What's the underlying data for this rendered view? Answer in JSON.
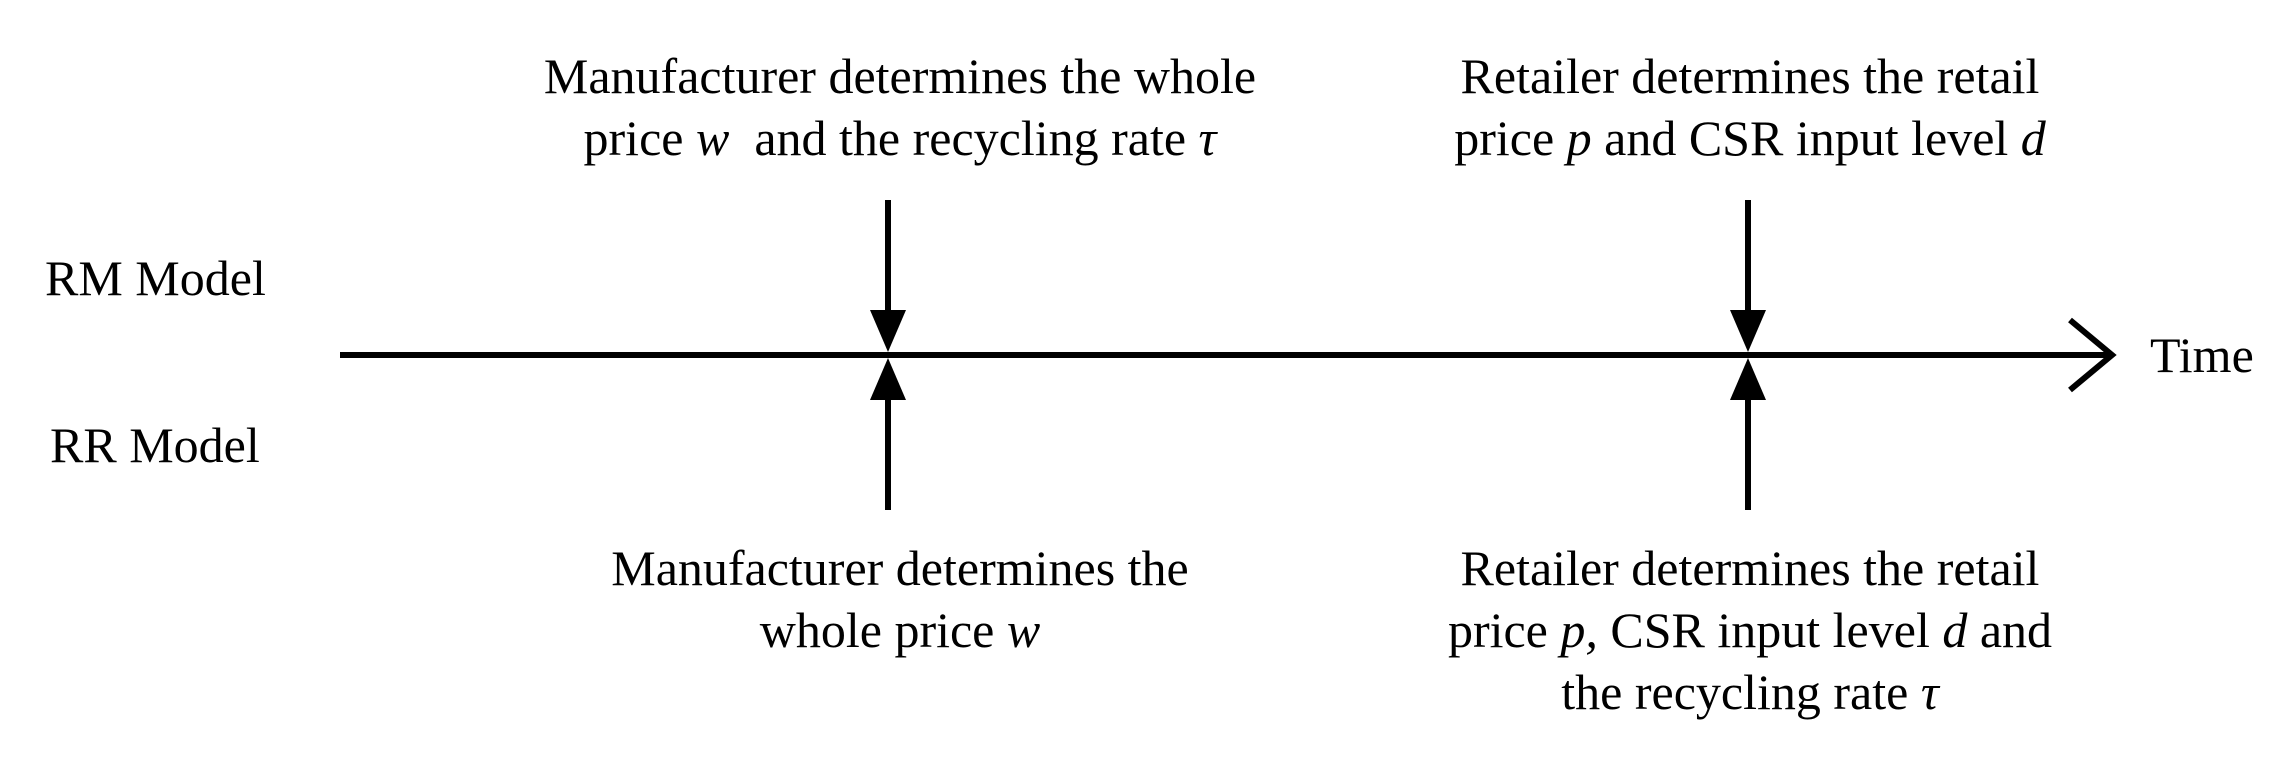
{
  "rows": {
    "top": "RM Model",
    "bottom": "RR Model"
  },
  "axis_label": "Time",
  "events": {
    "rm_manufacturer": {
      "line1": "Manufacturer determines the whole",
      "line2_a": "price ",
      "line2_w": "w",
      "line2_b": "  and the recycling rate ",
      "line2_tau": "τ"
    },
    "rm_retailer": {
      "line1": "Retailer determines the retail",
      "line2_a": "price ",
      "line2_p": "p",
      "line2_b": " and CSR input level ",
      "line2_d": "d"
    },
    "rr_manufacturer": {
      "line1": "Manufacturer determines the",
      "line2_a": "whole price ",
      "line2_w": "w"
    },
    "rr_retailer": {
      "line1": "Retailer determines the retail",
      "line2_a": "price ",
      "line2_p": "p,",
      "line2_b": " CSR input level ",
      "line2_d": "d",
      "line2_c": " and",
      "line3_a": "the recycling rate ",
      "line3_tau": "τ"
    }
  }
}
